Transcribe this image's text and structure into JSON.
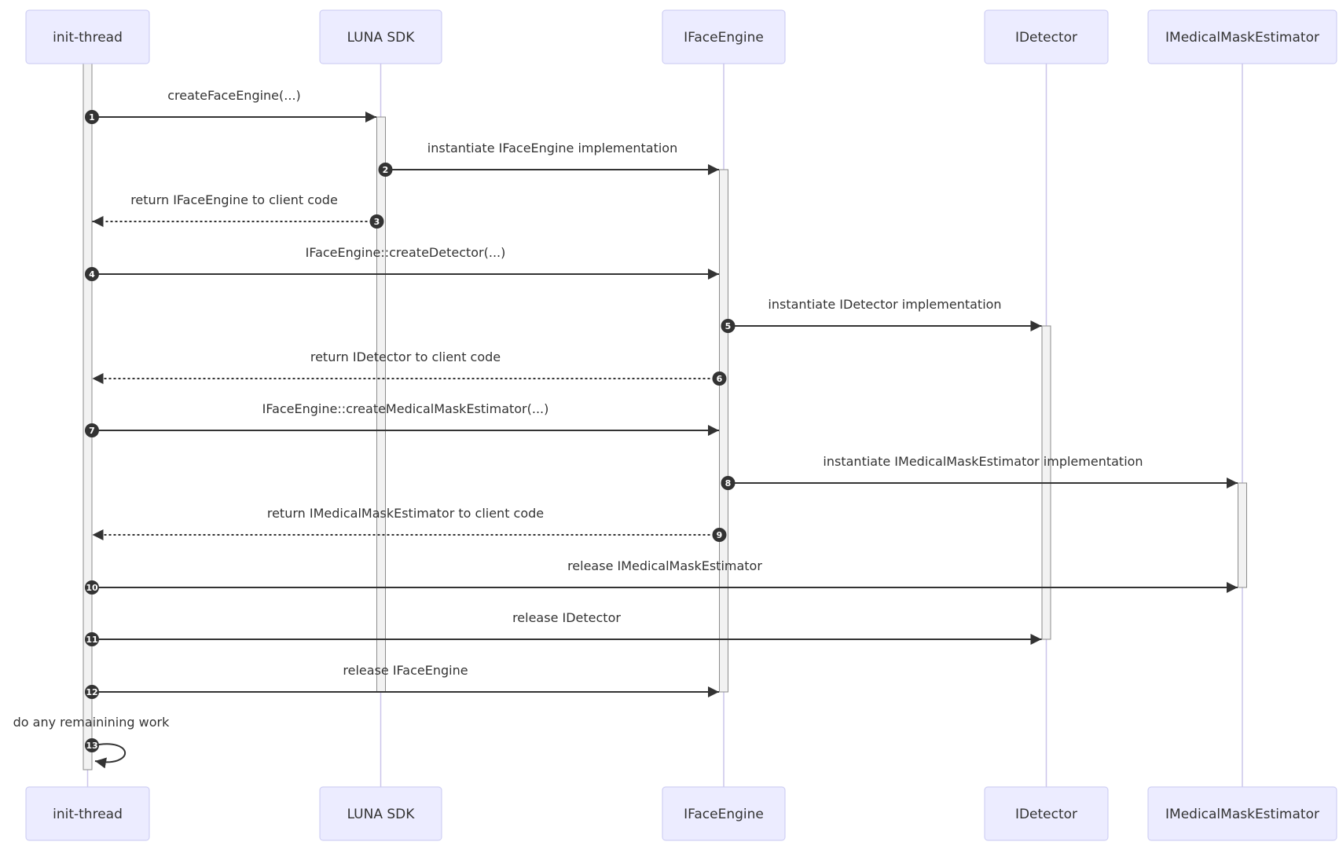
{
  "diagram": {
    "kind": "sequence-diagram",
    "participants": [
      {
        "id": "init-thread",
        "label": "init-thread"
      },
      {
        "id": "luna-sdk",
        "label": "LUNA SDK"
      },
      {
        "id": "iface-engine",
        "label": "IFaceEngine"
      },
      {
        "id": "idetector",
        "label": "IDetector"
      },
      {
        "id": "imedical-mask-estimator",
        "label": "IMedicalMaskEstimator"
      }
    ],
    "messages": [
      {
        "number": "1",
        "label": "createFaceEngine(...)",
        "from": "init-thread",
        "to": "LUNA SDK",
        "style": "solid"
      },
      {
        "number": "2",
        "label": "instantiate IFaceEngine implementation",
        "from": "LUNA SDK",
        "to": "IFaceEngine",
        "style": "solid"
      },
      {
        "number": "3",
        "label": "return IFaceEngine to client code",
        "from": "LUNA SDK",
        "to": "init-thread",
        "style": "dashed"
      },
      {
        "number": "4",
        "label": "IFaceEngine::createDetector(...)",
        "from": "init-thread",
        "to": "IFaceEngine",
        "style": "solid"
      },
      {
        "number": "5",
        "label": "instantiate IDetector implementation",
        "from": "IFaceEngine",
        "to": "IDetector",
        "style": "solid"
      },
      {
        "number": "6",
        "label": "return IDetector to client code",
        "from": "IFaceEngine",
        "to": "init-thread",
        "style": "dashed"
      },
      {
        "number": "7",
        "label": "IFaceEngine::createMedicalMaskEstimator(...)",
        "from": "init-thread",
        "to": "IFaceEngine",
        "style": "solid"
      },
      {
        "number": "8",
        "label": "instantiate IMedicalMaskEstimator implementation",
        "from": "IFaceEngine",
        "to": "IMedicalMaskEstimator",
        "style": "solid"
      },
      {
        "number": "9",
        "label": "return IMedicalMaskEstimator to client code",
        "from": "IFaceEngine",
        "to": "init-thread",
        "style": "dashed"
      },
      {
        "number": "10",
        "label": "release IMedicalMaskEstimator",
        "from": "init-thread",
        "to": "IMedicalMaskEstimator",
        "style": "solid"
      },
      {
        "number": "11",
        "label": "release IDetector",
        "from": "init-thread",
        "to": "IDetector",
        "style": "solid"
      },
      {
        "number": "12",
        "label": "release IFaceEngine",
        "from": "init-thread",
        "to": "IFaceEngine",
        "style": "solid"
      },
      {
        "number": "13",
        "label": "do any remainining work",
        "from": "init-thread",
        "to": "init-thread",
        "style": "self-loop"
      }
    ],
    "colors": {
      "background": "#FFFFFF",
      "actor_fill": "#ECECFF",
      "actor_border": "#C9C9F2",
      "lifeline": "#CBC5EA",
      "activation_fill": "#F2F2F2",
      "activation_border": "#8C8C8C",
      "arrow": "#333333",
      "text": "#333333",
      "sequence_number_fill": "#333333",
      "sequence_number_text": "#FFFFFF"
    }
  }
}
